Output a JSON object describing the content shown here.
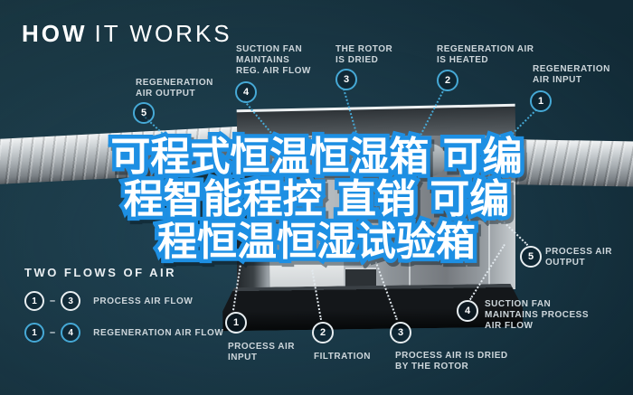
{
  "title": {
    "bold": "HOW",
    "light": "IT WORKS"
  },
  "overlay": {
    "lines": [
      "可程式恒温恒湿箱 可编",
      "程智能程控 直销 可编",
      "程恒温恒湿试验箱"
    ],
    "fill_color": "#ffffff",
    "outline_color": "#1d8fe3"
  },
  "callouts": {
    "r5": {
      "num": "5",
      "label": "REGENERATION\nAIR OUTPUT"
    },
    "r4": {
      "num": "4",
      "label": "SUCTION FAN\nMAINTAINS\nREG. AIR FLOW"
    },
    "r3": {
      "num": "3",
      "label": "THE ROTOR\nIS DRIED"
    },
    "r2": {
      "num": "2",
      "label": "REGENERATION AIR\nIS HEATED"
    },
    "r1": {
      "num": "1",
      "label": "REGENERATION\nAIR INPUT"
    },
    "p5": {
      "num": "5",
      "label": "PROCESS AIR\nOUTPUT"
    },
    "p4": {
      "num": "4",
      "label": "SUCTION FAN\nMAINTAINS PROCESS\nAIR FLOW"
    },
    "p3": {
      "num": "3",
      "label": "PROCESS AIR IS DRIED\nBY THE ROTOR"
    },
    "p2": {
      "num": "2",
      "label": "FILTRATION"
    },
    "p1": {
      "num": "1",
      "label": "PROCESS AIR\nINPUT"
    }
  },
  "legend": {
    "heading": "TWO FLOWS OF AIR",
    "rows": [
      {
        "start": "1",
        "dash": "–",
        "end": "3",
        "label": "PROCESS AIR FLOW",
        "circle_style": "white"
      },
      {
        "start": "1",
        "dash": "–",
        "end": "4",
        "label": "REGENERATION AIR FLOW",
        "circle_style": "blue"
      }
    ]
  },
  "colors": {
    "background": "#132c38",
    "accent_blue": "#46a9d6",
    "overlay_outline": "#1d8fe3",
    "label_text": "#cdd6db"
  }
}
